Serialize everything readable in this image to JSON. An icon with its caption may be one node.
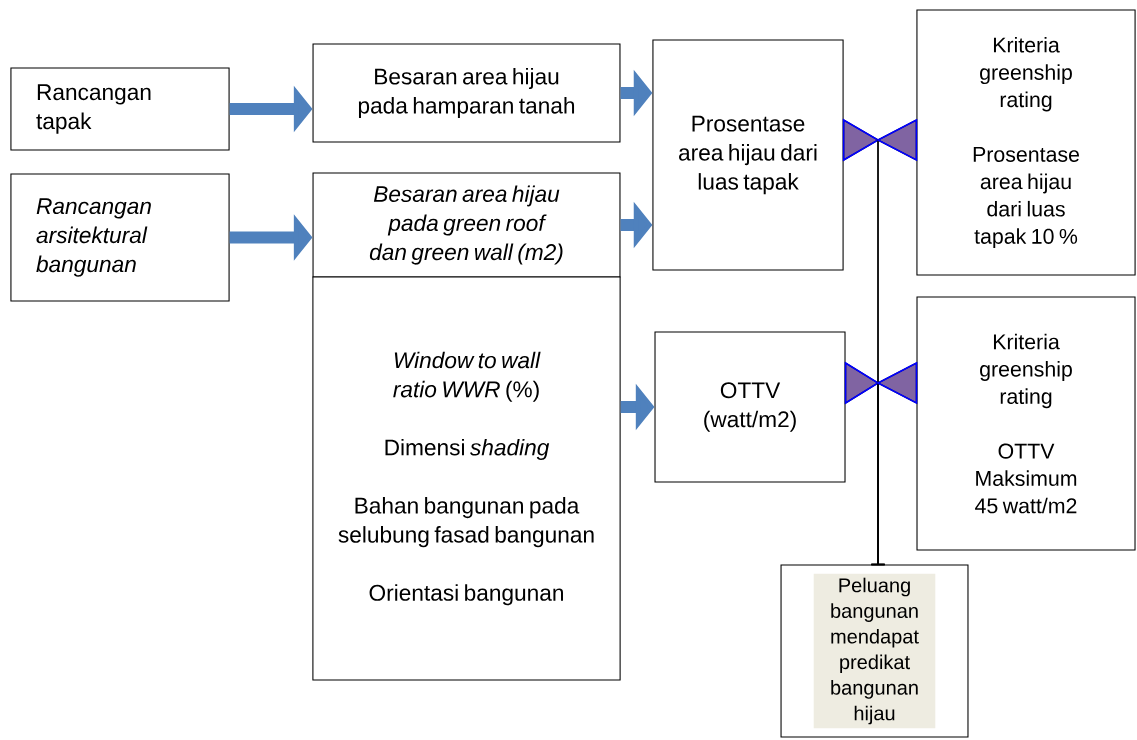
{
  "diagram": {
    "nodes": [
      {
        "text": [
          "Rancangan tapak"
        ]
      },
      {
        "text": [
          "Rancangan arsitektural bangunan"
        ]
      },
      {
        "text": [
          "Besaran area hijau pada hamparan tanah"
        ]
      },
      {
        "text": [
          "Besaran area hijau pada green roof dan green wall (m2)"
        ]
      },
      {
        "text": [
          "*Window to wall ratio WWR* (%)",
          "Dimensi *shading*",
          "Bahan bangunan pada selubung fasad bangunan",
          "Orientasi bangunan"
        ]
      },
      {
        "text": [
          "Prosentase area hijau dari luas tapak"
        ]
      },
      {
        "text": [
          "Kriteria greenship rating",
          "Prosentase area hijau dari luas tapak 10 %"
        ]
      },
      {
        "text": [
          "OTTV (watt/m2)"
        ]
      },
      {
        "text": [
          "Kriteria greenship rating",
          "OTTV Maksimum 45 watt/m2"
        ]
      },
      {
        "text": [
          "Peluang bangunan mendapat predikat bangunan hijau"
        ]
      }
    ],
    "edges": [
      {
        "from": 0,
        "to": 2,
        "arrow": "to"
      },
      {
        "from": 1,
        "to": 3,
        "arrow": "to"
      },
      {
        "from": 2,
        "to": 5,
        "arrow": "to"
      },
      {
        "from": 3,
        "to": 5,
        "arrow": "to"
      },
      {
        "from": 4,
        "to": 7,
        "arrow": "to"
      },
      {
        "from": 5,
        "to": 9,
        "arrow": "other",
        "color": "#000000"
      },
      {
        "from": 6,
        "to": 9,
        "arrow": "other",
        "color": "#000000"
      },
      {
        "from": 7,
        "to": 9,
        "arrow": "other",
        "color": "#000000"
      },
      {
        "from": 8,
        "to": 9,
        "arrow": "other",
        "color": "#000000"
      }
    ]
  }
}
